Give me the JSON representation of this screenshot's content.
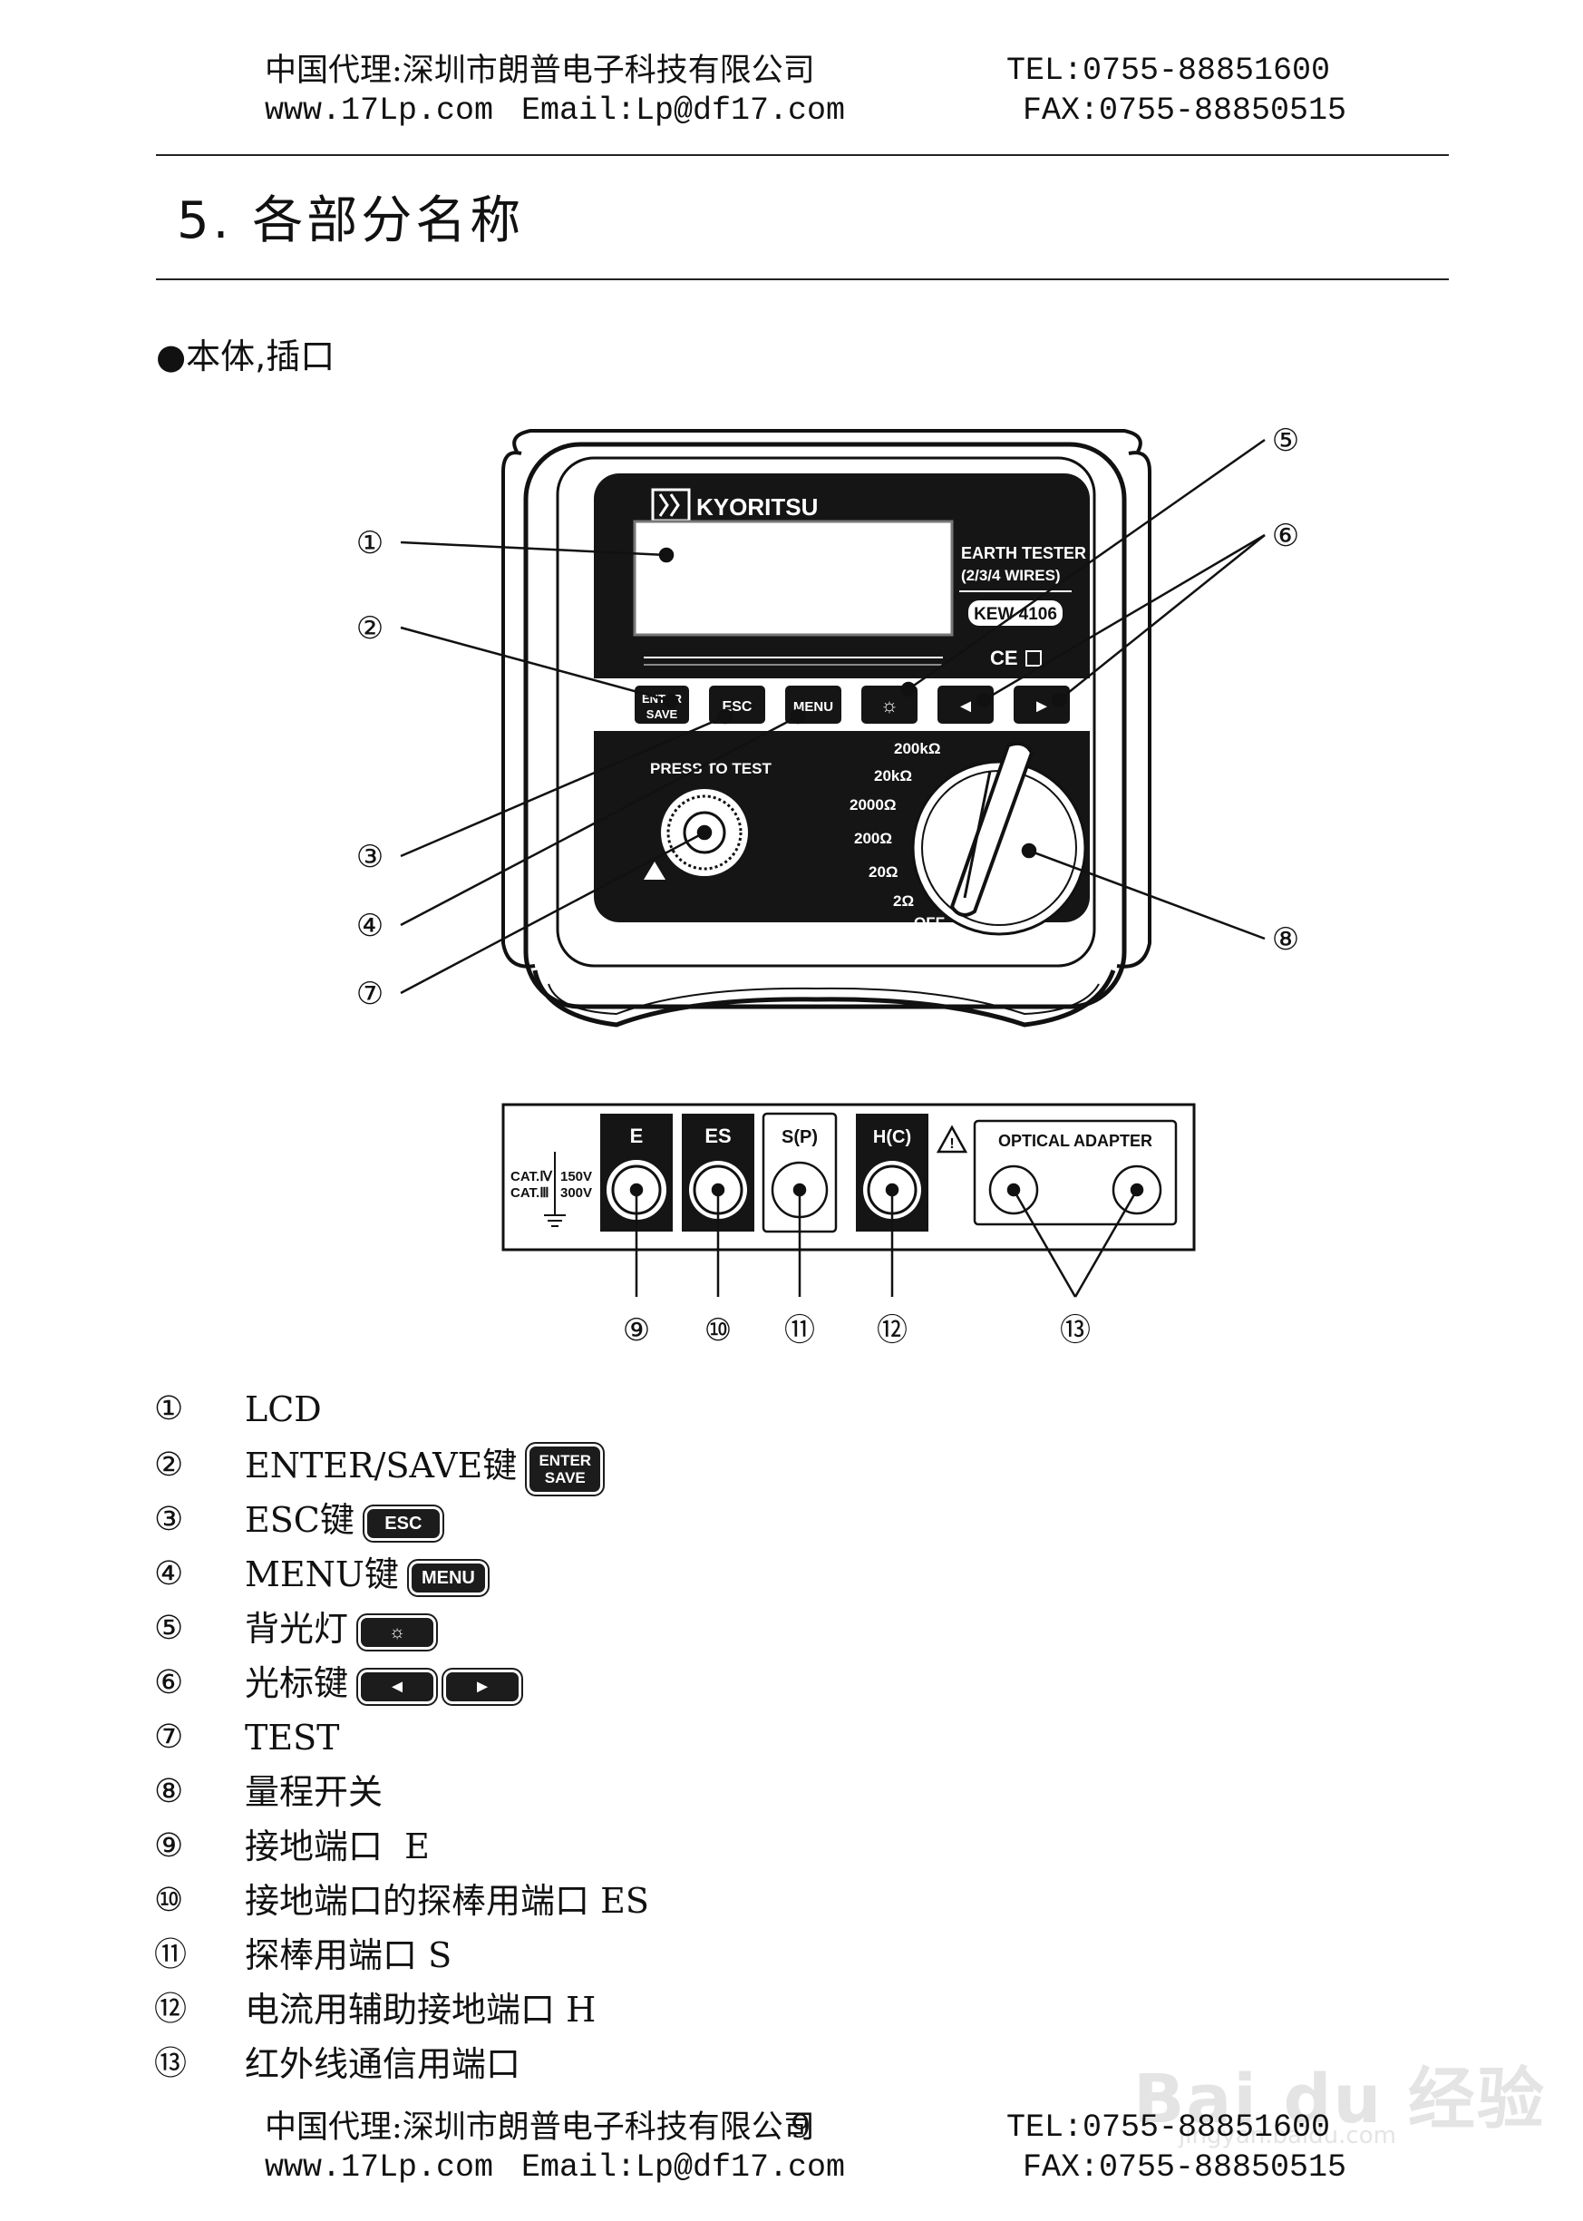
{
  "header": {
    "company": "中国代理:深圳市朗普电子科技有限公司",
    "tel": "TEL:0755-88851600",
    "web": "www.17Lp.com",
    "email": "Email:Lp@df17.com",
    "fax": "FAX:0755-88850515"
  },
  "section_title": "5. 各部分名称",
  "subsection_title": "●本体,插口",
  "device": {
    "brand": "KYORITSU",
    "model_line1": "EARTH TESTER",
    "model_line2": "(2/3/4 WIRES)",
    "model_code": "KEW 4106",
    "ce_mark": "CE",
    "press_to_test": "PRESS TO TEST",
    "keys": {
      "enter_line1": "ENTER",
      "enter_line2": "SAVE",
      "esc": "ESC",
      "menu": "MENU"
    },
    "ranges": [
      "200kΩ",
      "20kΩ",
      "2000Ω",
      "200Ω",
      "20Ω",
      "2Ω",
      "OFF"
    ]
  },
  "callouts": [
    "①",
    "②",
    "③",
    "④",
    "⑤",
    "⑥",
    "⑦",
    "⑧",
    "⑨",
    "⑩",
    "⑪",
    "⑫",
    "⑬"
  ],
  "terminals": {
    "e": "E",
    "es": "ES",
    "s": "S(P)",
    "h": "H(C)",
    "optical": "OPTICAL ADAPTER",
    "cat4": "CAT.Ⅳ",
    "cat3": "CAT.Ⅲ",
    "v150": "150V",
    "v300": "300V"
  },
  "legend": [
    {
      "num": "①",
      "label": "LCD"
    },
    {
      "num": "②",
      "label": "ENTER/SAVE键",
      "icon": [
        "ENTER",
        "SAVE"
      ]
    },
    {
      "num": "③",
      "label": "ESC键",
      "icon": [
        "ESC"
      ]
    },
    {
      "num": "④",
      "label": "MENU键",
      "icon": [
        "MENU"
      ]
    },
    {
      "num": "⑤",
      "label": "背光灯",
      "icon": [
        "☼"
      ]
    },
    {
      "num": "⑥",
      "label": "光标键",
      "icon": [
        "◄",
        "►"
      ]
    },
    {
      "num": "⑦",
      "label": "TEST"
    },
    {
      "num": "⑧",
      "label": "量程开关"
    },
    {
      "num": "⑨",
      "label": "接地端口  E"
    },
    {
      "num": "⑩",
      "label": "接地端口的探棒用端口 ES"
    },
    {
      "num": "⑪",
      "label": "探棒用端口 S"
    },
    {
      "num": "⑫",
      "label": "电流用辅助接地端口 H"
    },
    {
      "num": "⑬",
      "label": "红外线通信用端口"
    }
  ],
  "footer": {
    "company": "中国代理:深圳市朗普电子科技有限公司",
    "tel": "TEL:0755-88851600",
    "web": "www.17Lp.com",
    "email": "Email:Lp@df17.com",
    "fax": "FAX:0755-88850515",
    "page_number": "9"
  },
  "watermark": {
    "brand": "Bai du 经验",
    "url": "jingyan.baidu.com"
  }
}
